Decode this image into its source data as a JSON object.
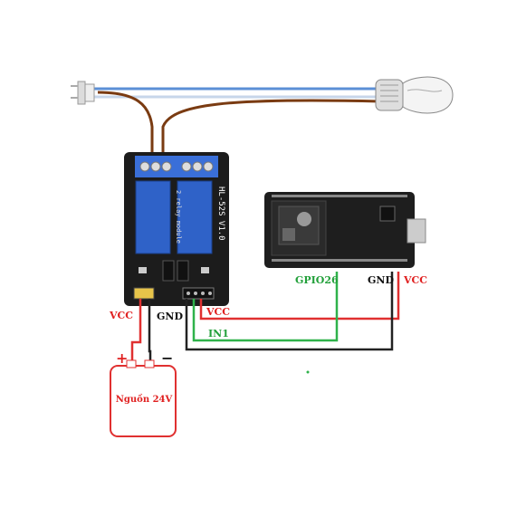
{
  "labels": {
    "relay_board": "HL-52S V1.0",
    "relay_module": "2 relay module",
    "vcc_power": "VCC",
    "gnd_power": "GND",
    "vcc_relay": "VCC",
    "in1": "IN1",
    "gpio": "GPIO26",
    "gnd_esp": "GND",
    "vcc_esp": "VCC",
    "power_name": "Nguồn 24V",
    "plus": "+",
    "minus": "−"
  },
  "colors": {
    "red_wire": "#e03030",
    "green_wire": "#2fb24a",
    "black_wire": "#222222",
    "blue_wire": "#5b8fd6",
    "brown_wire": "#7a3b12",
    "relay_blue": "#2f62c8",
    "board": "#1c1c1c",
    "label_red": "#e02020",
    "label_green": "#22a03a"
  }
}
